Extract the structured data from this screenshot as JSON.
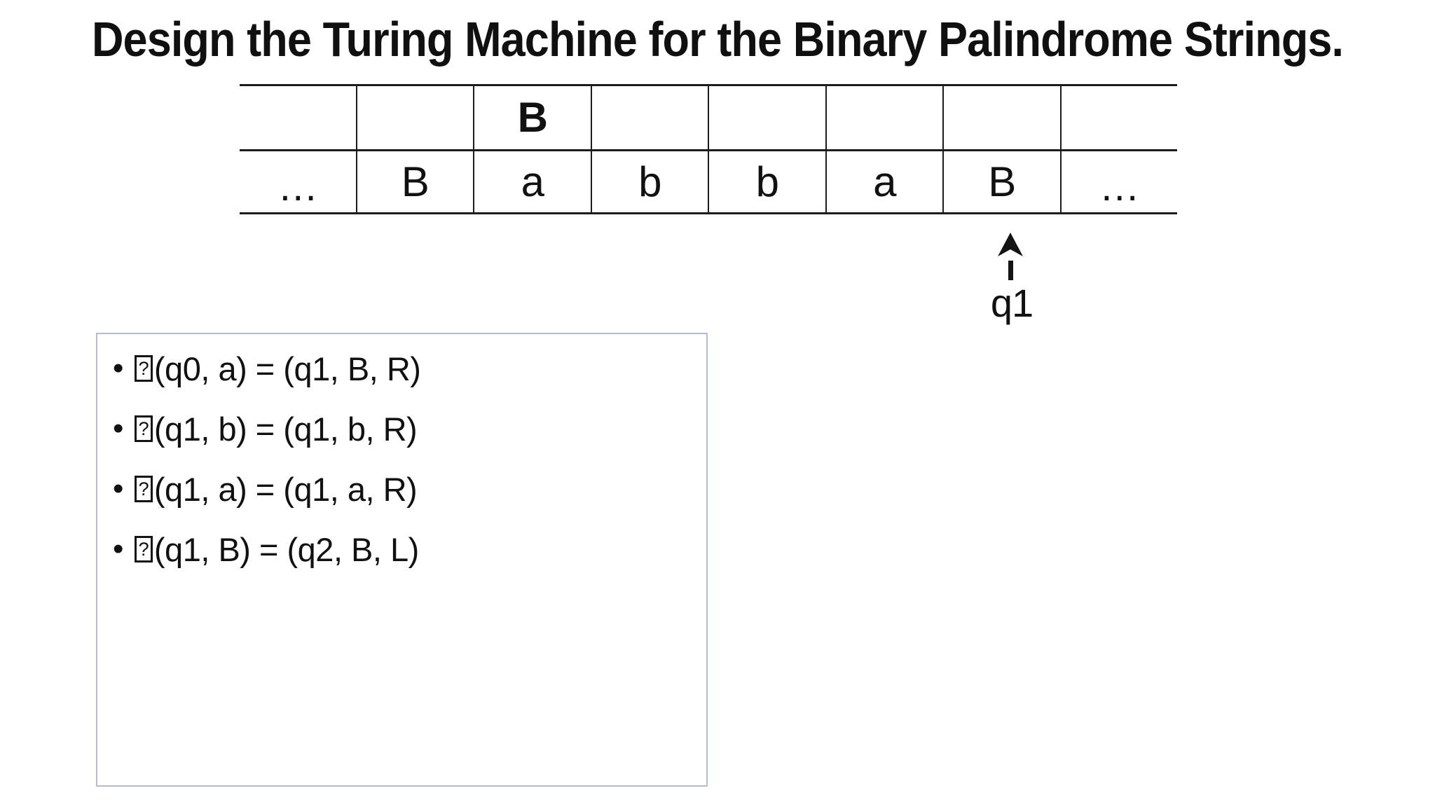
{
  "slide": {
    "title": "Design the Turing Machine for the Binary Palindrome Strings.",
    "tape": {
      "head_row": [
        "",
        "",
        "B",
        "",
        "",
        "",
        "",
        ""
      ],
      "cell_row": [
        "…",
        "B",
        "a",
        "b",
        "b",
        "a",
        "B",
        "…"
      ]
    },
    "head_pointer": {
      "arrow_icon": "up-arrow",
      "state_label": "q1",
      "points_to_symbol": "B",
      "points_to_column": 7
    },
    "transitions": {
      "bullet_char": "•",
      "missing_glyph_char": "?",
      "items": [
        {
          "formula": "(q0, a) = (q1, B, R)"
        },
        {
          "formula": "(q1, b) = (q1, b, R)"
        },
        {
          "formula": "(q1, a) = (q1, a, R)"
        },
        {
          "formula": "(q1, B) = (q2, B, L)"
        }
      ]
    },
    "colors": {
      "background": "#ffffff",
      "text": "#111111",
      "table_border": "#1c1c1c",
      "box_border": "#b6bcd4"
    }
  }
}
